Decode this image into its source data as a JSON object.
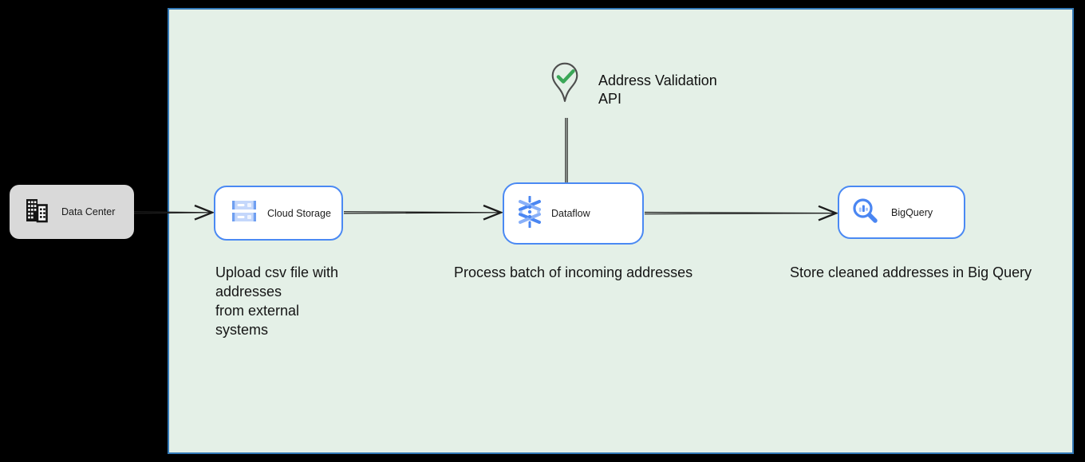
{
  "nodes": {
    "data_center": {
      "label": "Data Center"
    },
    "cloud_storage": {
      "label": "Cloud Storage"
    },
    "dataflow": {
      "label": "Dataflow"
    },
    "bigquery": {
      "label": "BigQuery"
    }
  },
  "annotation": {
    "line1": "Address Validation",
    "line2": "API"
  },
  "captions": {
    "cloud_storage_lines": [
      "Upload csv file with",
      "addresses",
      "from external",
      "systems"
    ],
    "dataflow": "Process batch of incoming addresses",
    "bigquery": "Store cleaned addresses in Big Query"
  },
  "colors": {
    "canvas_bg": "#000000",
    "zone_fill": "#e4f0e7",
    "zone_border": "#3279b7",
    "node_border": "#4a89f3",
    "node_fill": "#ffffff",
    "data_center_fill": "#d9d9d9",
    "icon_blue": "#4a86f2",
    "icon_light_blue": "#a9c6fa",
    "check_green": "#3aa757",
    "pin_stroke": "#4d4d4d",
    "connector": "#1c1c1c"
  }
}
